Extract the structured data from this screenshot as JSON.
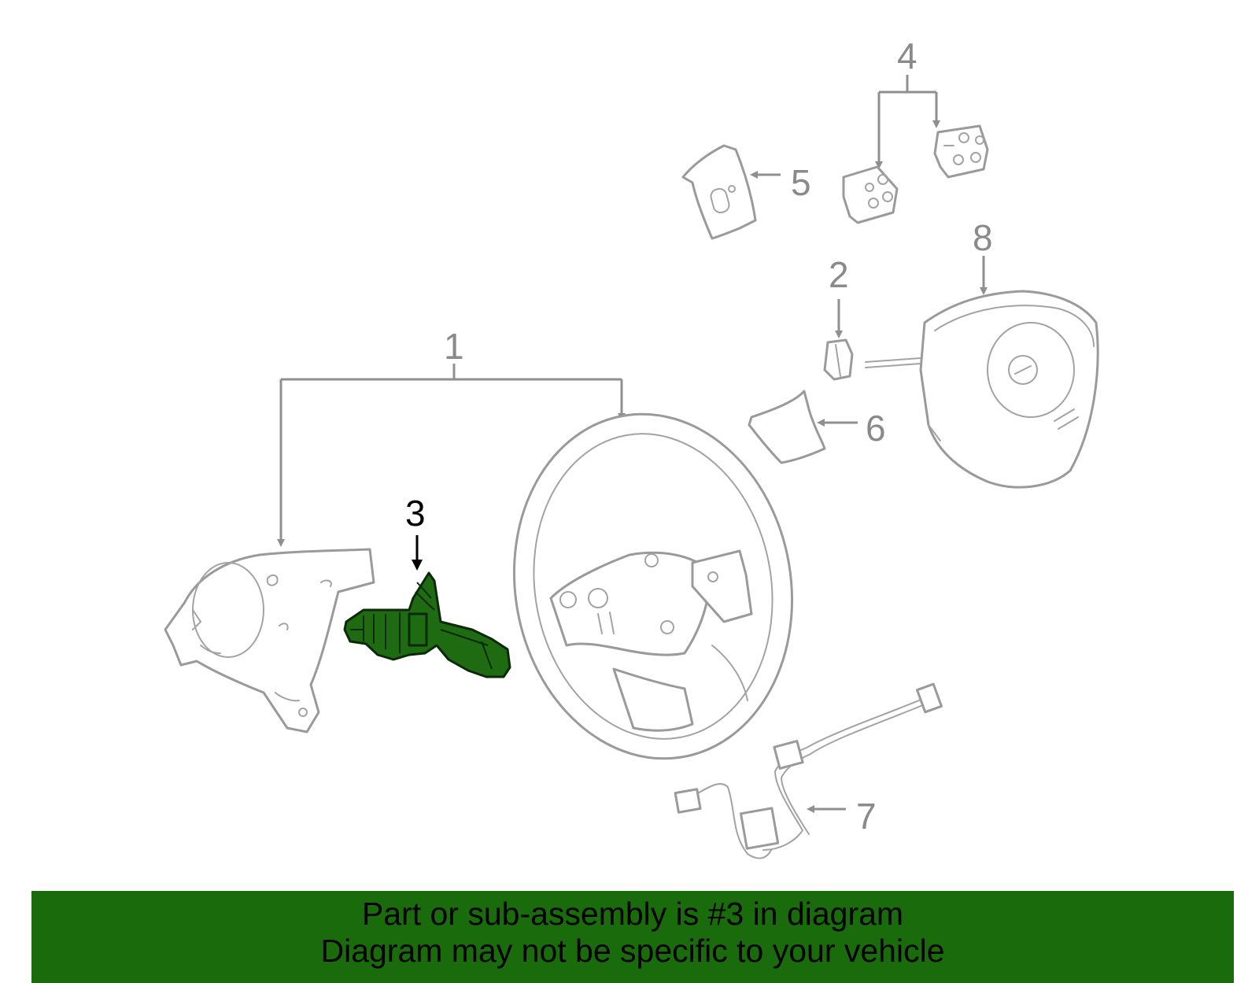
{
  "callouts": {
    "c1": "1",
    "c2": "2",
    "c3": "3",
    "c4": "4",
    "c5": "5",
    "c6": "6",
    "c7": "7",
    "c8": "8"
  },
  "highlighted_part": "3",
  "colors": {
    "highlight": "#1f6b12",
    "banner": "#1a6b0c",
    "linework": "#9a9a9a"
  },
  "banner": {
    "line1": "Part or sub-assembly is #3 in diagram",
    "line2": "Diagram may not be specific to your vehicle"
  }
}
